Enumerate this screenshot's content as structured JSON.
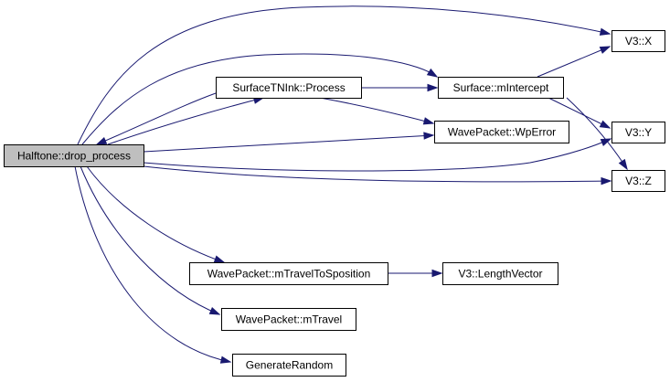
{
  "graph": {
    "edge_color": "#191970",
    "root_fill": "#bfbfbf",
    "nodes": [
      {
        "id": "drop_process",
        "label": "Halftone::drop_process",
        "root": true
      },
      {
        "id": "process",
        "label": "SurfaceTNInk::Process"
      },
      {
        "id": "mintercept",
        "label": "Surface::mIntercept"
      },
      {
        "id": "wperror",
        "label": "WavePacket::WpError"
      },
      {
        "id": "v3x",
        "label": "V3::X"
      },
      {
        "id": "v3y",
        "label": "V3::Y"
      },
      {
        "id": "v3z",
        "label": "V3::Z"
      },
      {
        "id": "mtraveltosposition",
        "label": "WavePacket::mTravelToSposition"
      },
      {
        "id": "lengthvector",
        "label": "V3::LengthVector"
      },
      {
        "id": "mtravel",
        "label": "WavePacket::mTravel"
      },
      {
        "id": "generaterandom",
        "label": "GenerateRandom"
      }
    ],
    "edges": [
      {
        "from": "drop_process",
        "to": "v3x"
      },
      {
        "from": "drop_process",
        "to": "mintercept"
      },
      {
        "from": "drop_process",
        "to": "process"
      },
      {
        "from": "process",
        "to": "drop_process"
      },
      {
        "from": "drop_process",
        "to": "wperror"
      },
      {
        "from": "drop_process",
        "to": "v3y"
      },
      {
        "from": "drop_process",
        "to": "v3z"
      },
      {
        "from": "drop_process",
        "to": "mtraveltosposition"
      },
      {
        "from": "drop_process",
        "to": "mtravel"
      },
      {
        "from": "drop_process",
        "to": "generaterandom"
      },
      {
        "from": "process",
        "to": "mintercept"
      },
      {
        "from": "process",
        "to": "wperror"
      },
      {
        "from": "mintercept",
        "to": "v3x"
      },
      {
        "from": "mintercept",
        "to": "v3y"
      },
      {
        "from": "mintercept",
        "to": "v3z"
      },
      {
        "from": "mtraveltosposition",
        "to": "lengthvector"
      }
    ]
  }
}
